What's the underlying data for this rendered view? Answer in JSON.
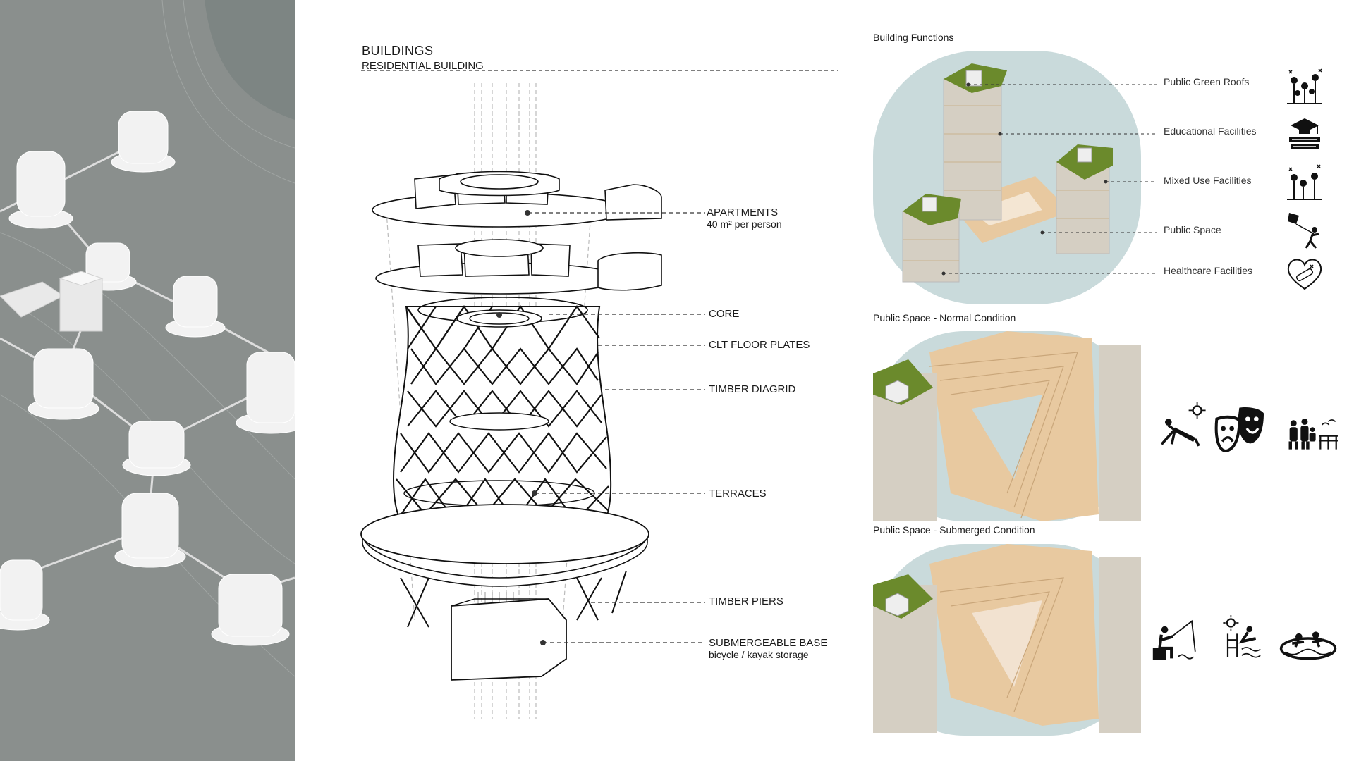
{
  "header": {
    "title": "BUILDINGS",
    "subtitle": "RESIDENTIAL BUILDING"
  },
  "callouts": [
    {
      "label": "APARTMENTS",
      "sub": "40 m² per person"
    },
    {
      "label": "CORE",
      "sub": ""
    },
    {
      "label": "CLT FLOOR PLATES",
      "sub": ""
    },
    {
      "label": "TIMBER DIAGRID",
      "sub": ""
    },
    {
      "label": "TERRACES",
      "sub": ""
    },
    {
      "label": "TIMBER PIERS",
      "sub": ""
    },
    {
      "label": "SUBMERGEABLE BASE",
      "sub": "bicycle / kayak storage"
    }
  ],
  "functions_panel": {
    "title": "Building Functions",
    "items": [
      {
        "label": "Public Green Roofs",
        "icon": "garden-icon"
      },
      {
        "label": "Educational Facilities",
        "icon": "graduation-books-icon"
      },
      {
        "label": "Mixed Use Facilities",
        "icon": "market-garden-icon"
      },
      {
        "label": "Public Space",
        "icon": "kite-person-icon"
      },
      {
        "label": "Healthcare Facilities",
        "icon": "heart-bandage-icon"
      }
    ]
  },
  "normal_panel": {
    "title": "Public Space - Normal Condition",
    "icons": [
      "sunbathing-icon",
      "theatre-masks-icon",
      "family-icon"
    ]
  },
  "submerged_panel": {
    "title": "Public Space - Submerged Condition",
    "icons": [
      "fishing-icon",
      "swimming-ladder-icon",
      "pool-icon"
    ]
  },
  "colors": {
    "left_bg": "#8a8f8d",
    "water": "#c9dadb",
    "roof_green": "#6b8a2c",
    "timber": "#e8c9a0"
  }
}
